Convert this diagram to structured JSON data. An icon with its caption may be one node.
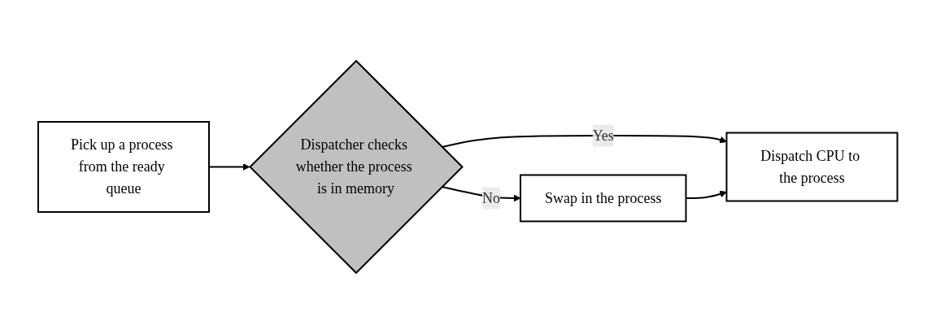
{
  "diagram": {
    "nodes": [
      {
        "text": [
          "Pick up a process from the ready queue"
        ]
      },
      {
        "text": [
          "Dispatcher checks whether the process is in memory"
        ]
      },
      {
        "text": [
          "Dispatch CPU to the process"
        ]
      },
      {
        "text": [
          "Swap in the process"
        ]
      }
    ],
    "edges": [
      {
        "from": 0,
        "to": 1,
        "arrow": "to"
      },
      {
        "from": 1,
        "to": 2,
        "arrow": "to",
        "label": "Yes"
      },
      {
        "from": 1,
        "to": 3,
        "arrow": "to",
        "label": "No"
      },
      {
        "from": 3,
        "to": 2,
        "arrow": "to"
      }
    ]
  }
}
